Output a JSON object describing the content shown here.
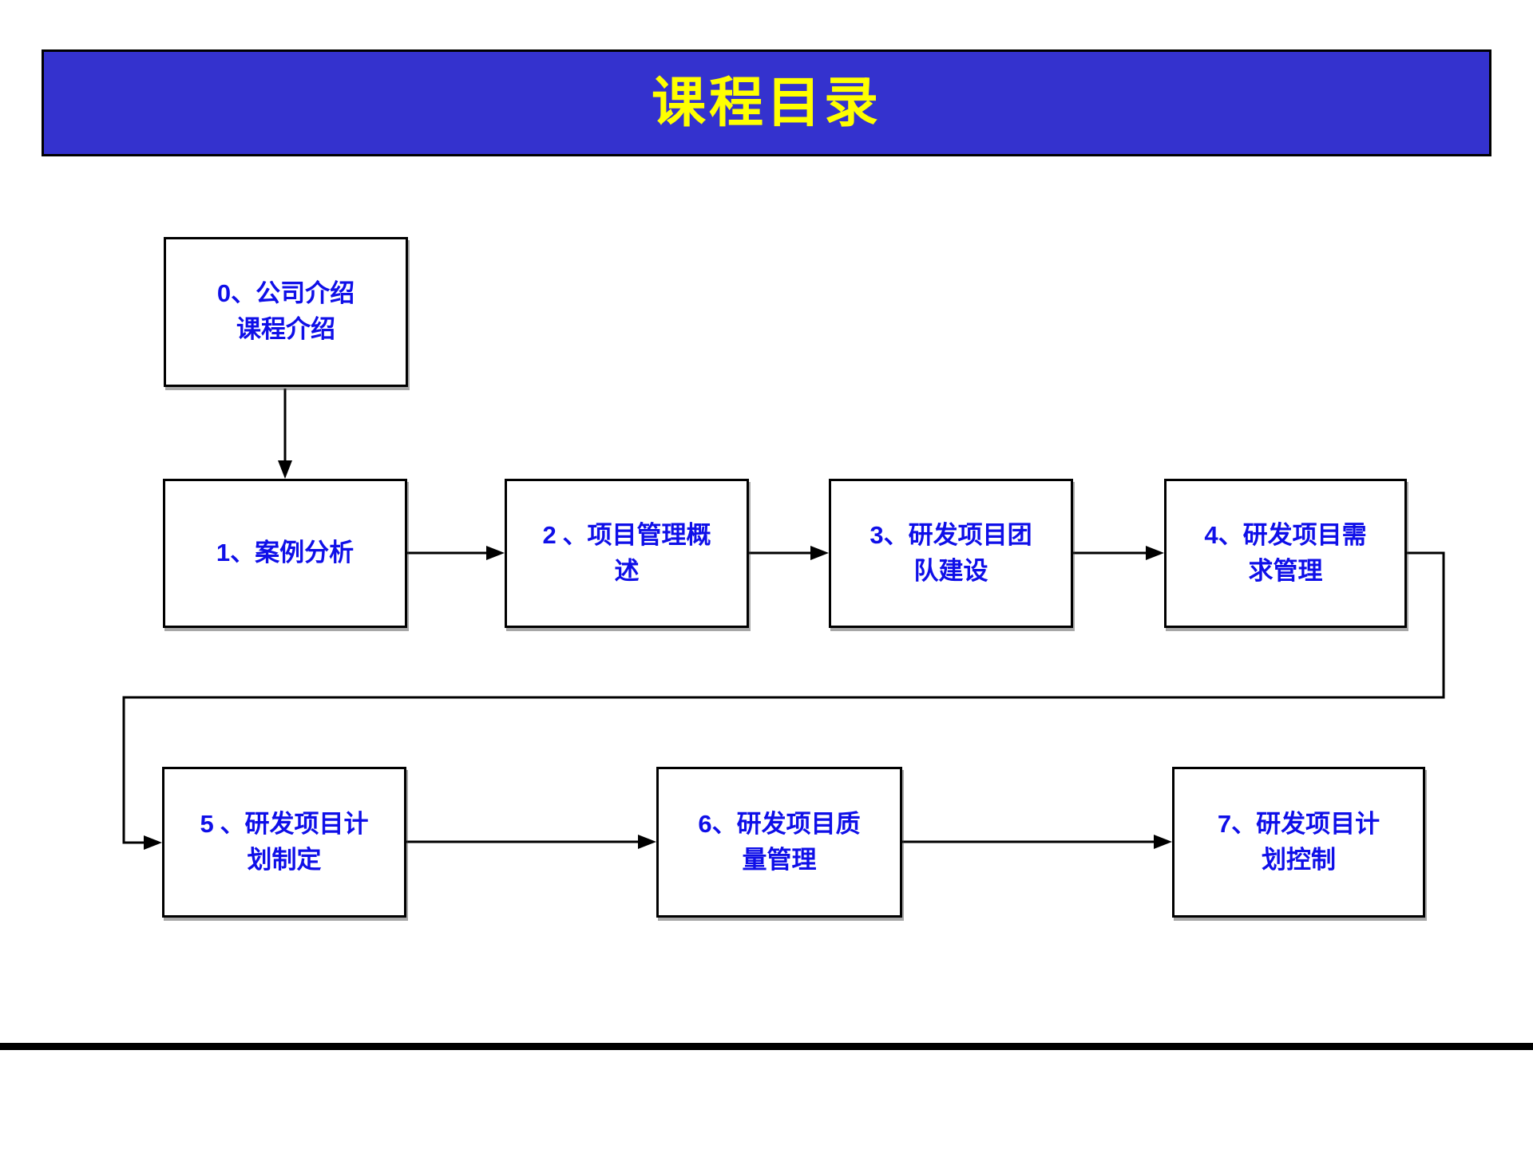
{
  "slide": {
    "title": "课程目录",
    "colors": {
      "title_bg": "#3432CE",
      "title_text": "#FFFF00",
      "box_text": "#0F0FE8",
      "line_color": "#000000"
    }
  },
  "boxes": [
    {
      "num": "0",
      "line1": "、公司介绍",
      "line2": "课程介绍"
    },
    {
      "num": "1",
      "line1": "、案例分析",
      "line2": ""
    },
    {
      "num": "2",
      "line1": " 、项目管理概",
      "line2": "述"
    },
    {
      "num": "3",
      "line1": "、研发项目团",
      "line2": "队建设"
    },
    {
      "num": "4",
      "line1": "、研发项目需",
      "line2": "求管理"
    },
    {
      "num": "5",
      "line1": " 、研发项目计",
      "line2": "划制定"
    },
    {
      "num": "6",
      "line1": "、研发项目质",
      "line2": "量管理"
    },
    {
      "num": "7",
      "line1": "、研发项目计",
      "line2": "划控制"
    }
  ],
  "connections": [
    {
      "from": "0",
      "to": "1"
    },
    {
      "from": "1",
      "to": "2"
    },
    {
      "from": "2",
      "to": "3"
    },
    {
      "from": "3",
      "to": "4"
    },
    {
      "from": "4",
      "to": "5"
    },
    {
      "from": "5",
      "to": "6"
    },
    {
      "from": "6",
      "to": "7"
    }
  ]
}
